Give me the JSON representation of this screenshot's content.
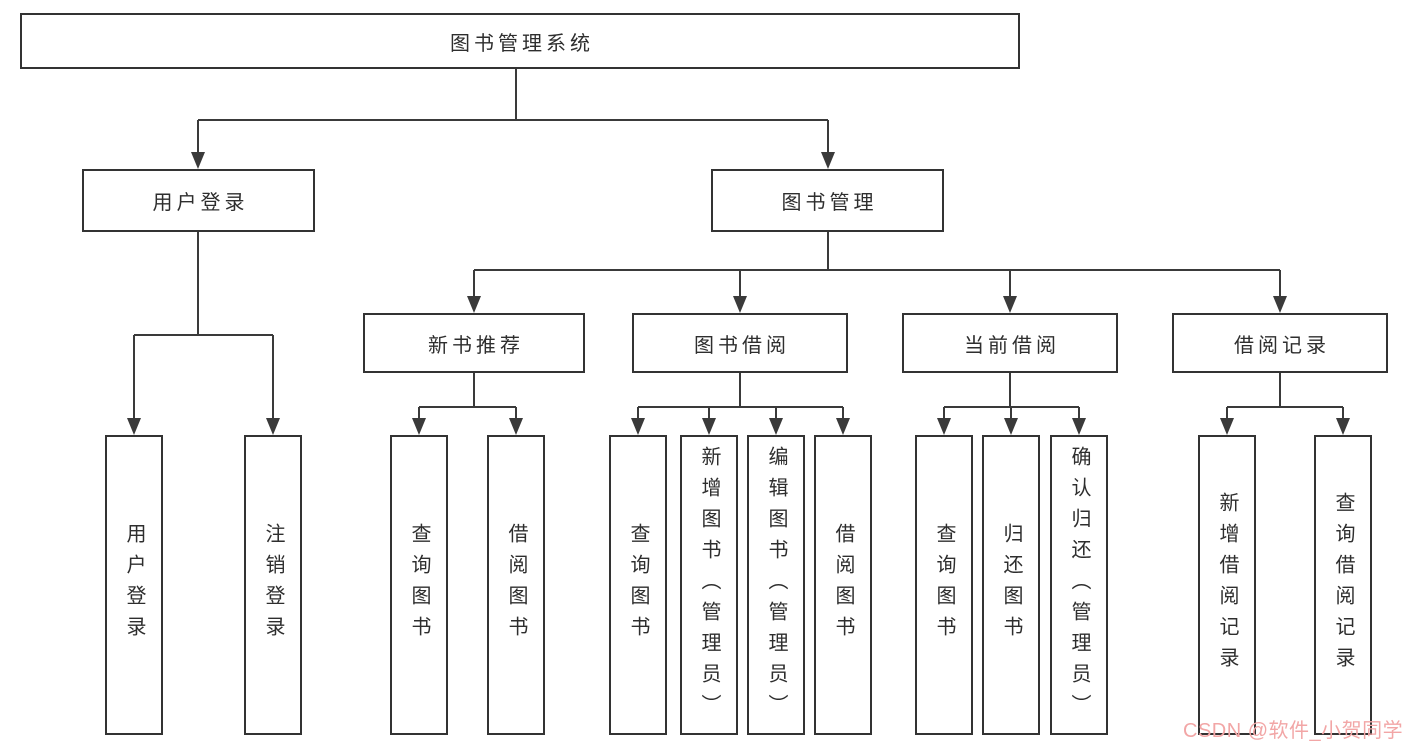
{
  "diagram": {
    "title": "图书管理系统",
    "nodes": {
      "root": {
        "label": "图书管理系统"
      },
      "user_login": {
        "label": "用户登录"
      },
      "book_management": {
        "label": "图书管理"
      },
      "new_book_recommend": {
        "label": "新书推荐"
      },
      "book_borrow": {
        "label": "图书借阅"
      },
      "current_borrow": {
        "label": "当前借阅"
      },
      "borrow_records": {
        "label": "借阅记录"
      },
      "leaf_user_login": {
        "label": "用户登录"
      },
      "leaf_logout": {
        "label": "注销登录"
      },
      "rec_query_books": {
        "label": "查询图书"
      },
      "rec_borrow_books": {
        "label": "借阅图书"
      },
      "bb_query_books": {
        "label": "查询图书"
      },
      "bb_add_books": {
        "label": "新增图书（管理员）"
      },
      "bb_edit_books": {
        "label": "编辑图书（管理员）"
      },
      "bb_borrow_books": {
        "label": "借阅图书"
      },
      "cb_query_books": {
        "label": "查询图书"
      },
      "cb_return_books": {
        "label": "归还图书"
      },
      "cb_confirm_return": {
        "label": "确认归还（管理员）"
      },
      "br_add_record": {
        "label": "新增借阅记录"
      },
      "br_query_record": {
        "label": "查询借阅记录"
      }
    },
    "watermark": "CSDN @软件_小贺同学",
    "colors": {
      "line": "#3a3a3a",
      "box_border": "#333333",
      "box_fill": "#ffffff",
      "text": "#2e2e2e",
      "watermark": "#f2a6a6",
      "background": "#ffffff"
    }
  }
}
